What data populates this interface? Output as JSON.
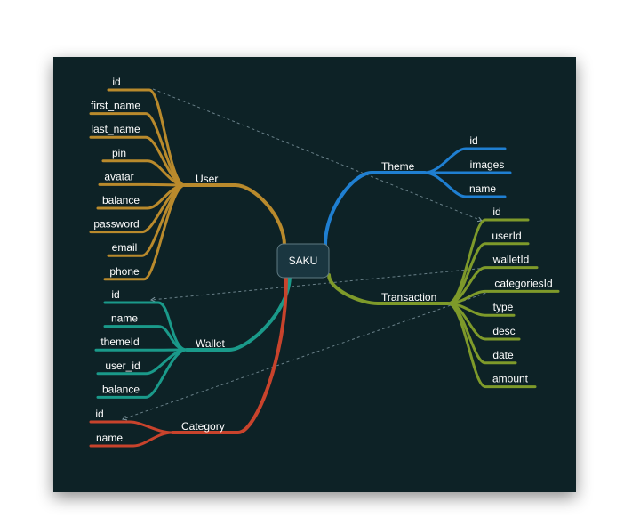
{
  "root": {
    "label": "SAKU"
  },
  "branches": [
    {
      "id": "user",
      "label": "User",
      "color": "#b98a2c",
      "fields": [
        "id",
        "first_name",
        "last_name",
        "pin",
        "avatar",
        "balance",
        "password",
        "email",
        "phone"
      ]
    },
    {
      "id": "wallet",
      "label": "Wallet",
      "color": "#1a9a8a",
      "fields": [
        "id",
        "name",
        "themeId",
        "user_id",
        "balance"
      ]
    },
    {
      "id": "category",
      "label": "Category",
      "color": "#c8432c",
      "fields": [
        "id",
        "name"
      ]
    },
    {
      "id": "theme",
      "label": "Theme",
      "color": "#1f7fd1",
      "fields": [
        "id",
        "images",
        "name"
      ]
    },
    {
      "id": "transaction",
      "label": "Transaction",
      "color": "#7e9a2a",
      "fields": [
        "id",
        "userId",
        "walletId",
        "categoriesId",
        "type",
        "desc",
        "date",
        "amount"
      ]
    }
  ],
  "relations": [
    {
      "from": "User.id",
      "to": "Transaction.id"
    },
    {
      "from": "Transaction.walletId",
      "to": "Wallet.id"
    },
    {
      "from": "Transaction.categoriesId",
      "to": "Category.id"
    }
  ],
  "colors": {
    "canvas": "#072028",
    "root_fill": "#1a3640",
    "root_stroke": "#5f7a82",
    "relation": "#7f97a0"
  }
}
